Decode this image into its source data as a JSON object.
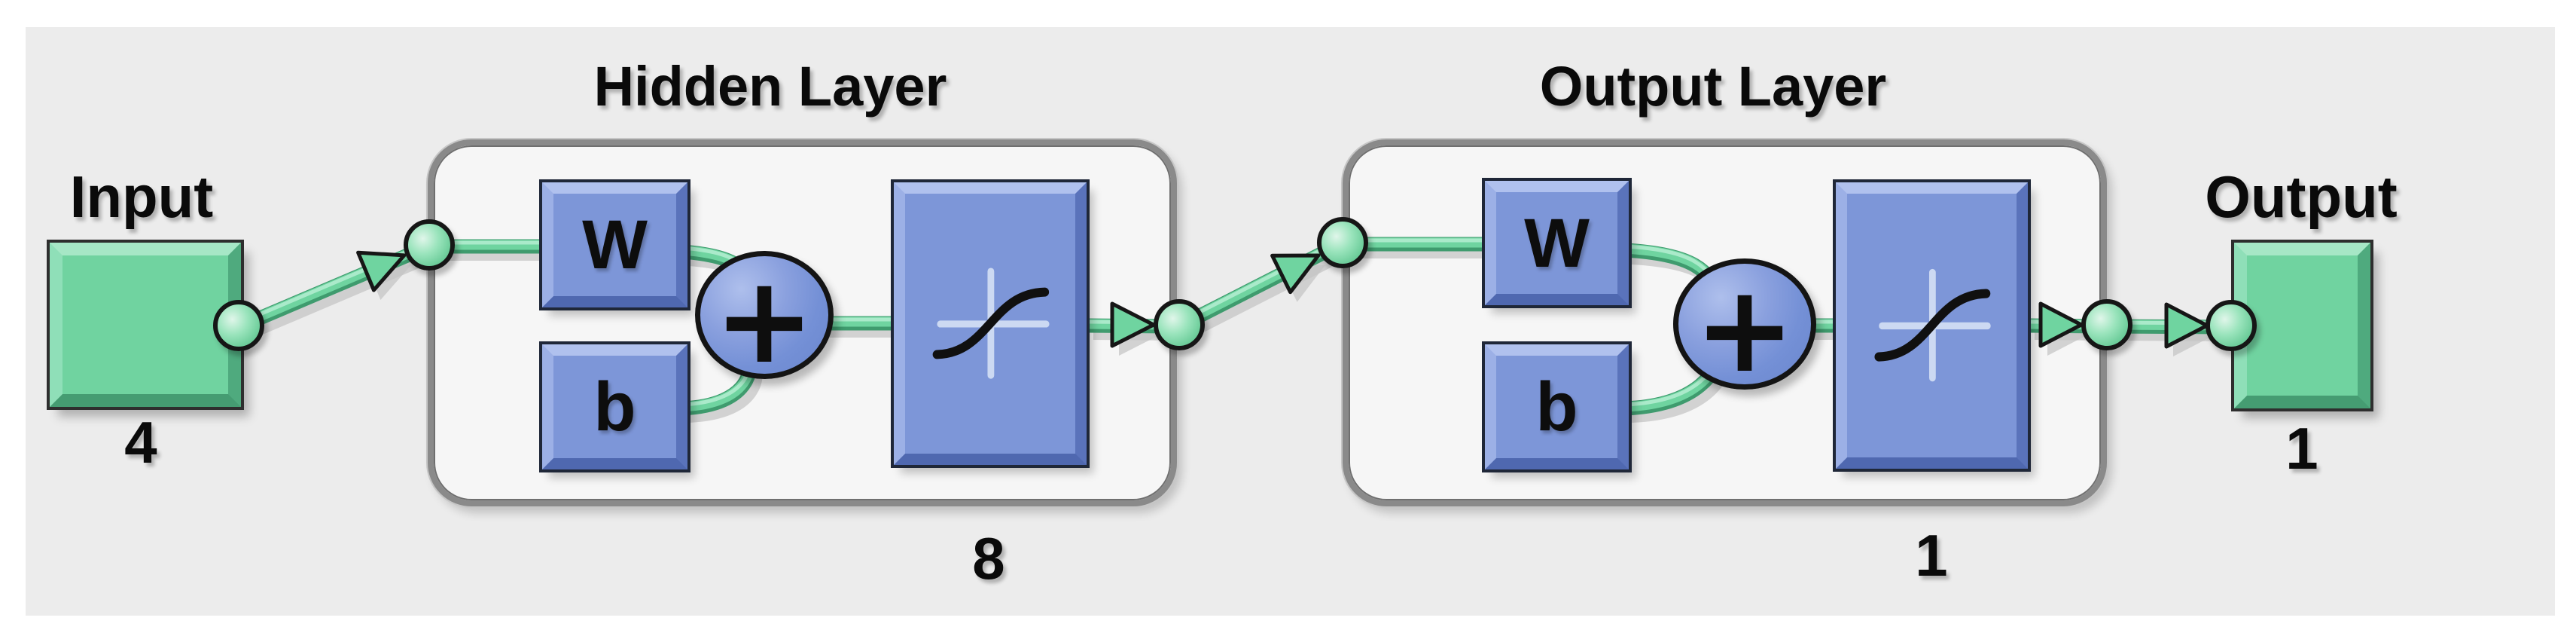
{
  "diagram": {
    "type": "neural-network-view",
    "panel_color": "#ececec",
    "accent_green": "#6fd4a0",
    "accent_blue": "#7d96d8",
    "input_block": {
      "label": "Input",
      "size": "4"
    },
    "output_block": {
      "label": "Output",
      "size": "1"
    },
    "layers": [
      {
        "title": "Hidden Layer",
        "weight_label": "W",
        "bias_label": "b",
        "sum_label": "+",
        "activation_icon": "tansig-icon",
        "size_label": "8"
      },
      {
        "title": "Output Layer",
        "weight_label": "W",
        "bias_label": "b",
        "sum_label": "+",
        "activation_icon": "tansig-icon",
        "size_label": "1"
      }
    ]
  }
}
